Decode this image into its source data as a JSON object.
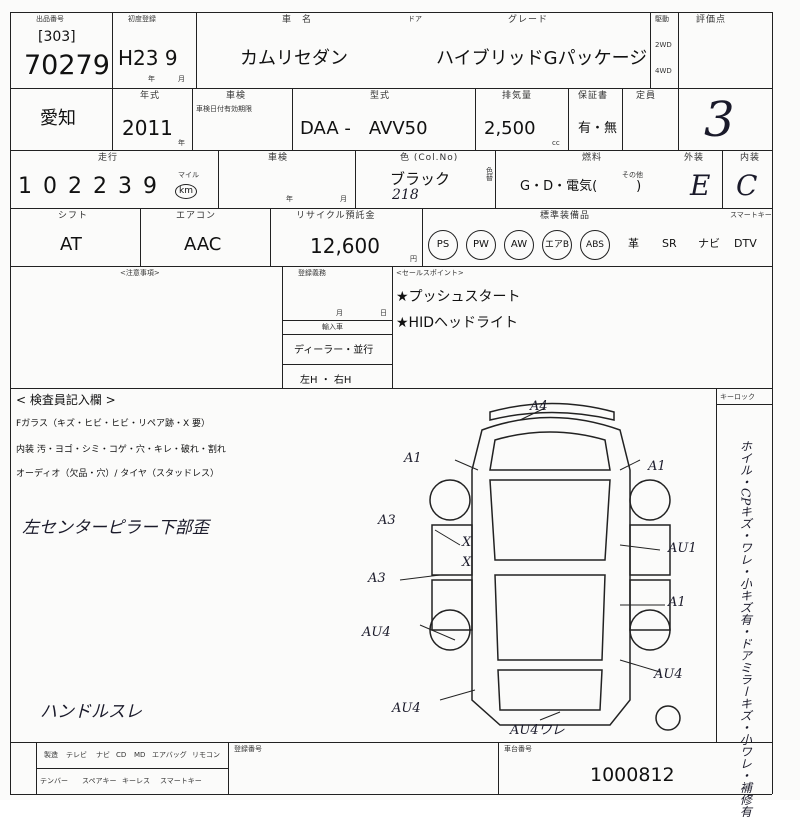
{
  "header": {
    "lot_label": "出品番号",
    "lot_prefix": "[303]",
    "lot_number": "70279",
    "first_reg_label": "初度登録",
    "first_reg_value": "H23 9",
    "year_label": "年",
    "month_label": "月",
    "name_label": "車　名",
    "name_value": "カムリセダン",
    "door_label": "ドア",
    "grade_label": "グレード",
    "grade_value": "ハイブリッドGパッケージ",
    "drive_label": "駆動",
    "drive_2wd": "2WD",
    "drive_4wd": "4WD",
    "score_label": "評価点",
    "score_value": "3"
  },
  "row2": {
    "region_value": "愛知",
    "model_year_label": "年式",
    "model_year_value": "2011",
    "model_year_unit": "年",
    "inspection_label": "車検",
    "inspection_sub": "車検日付有効期限",
    "type_label": "型式",
    "type_value": "DAA -　AVV50",
    "displacement_label": "排気量",
    "displacement_value": "2,500",
    "displacement_unit": "cc",
    "warranty_label": "保証書",
    "warranty_value": "有・無",
    "capacity_label": "定員"
  },
  "row3": {
    "mileage_label": "走行",
    "mileage_value": "1 0 2  2 3 9",
    "mileage_unit_miles": "マイル",
    "mileage_unit_km": "km",
    "inspection2_label": "車検",
    "color_label": "色 (Col.No)",
    "color_value": "ブラック",
    "color_code": "218",
    "color_change_label": "色替",
    "fuel_label": "燃料",
    "fuel_value": "G・D・電気(　　　)",
    "fuel_other": "その他",
    "exterior_label": "外装",
    "exterior_value": "E",
    "interior_label": "内装",
    "interior_value": "C",
    "year_unit": "年",
    "month_unit": "月"
  },
  "row4": {
    "shift_label": "シフト",
    "shift_value": "AT",
    "aircon_label": "エアコン",
    "aircon_value": "AAC",
    "recycle_label": "リサイクル預託金",
    "recycle_value": "12,600",
    "recycle_unit": "円",
    "equipment_label": "標準装備品",
    "equipment": [
      "PS",
      "PW",
      "AW",
      "エアB",
      "ABS"
    ],
    "equipment_extra": [
      "革",
      "SR",
      "ナビ",
      "DTV"
    ],
    "keyless_label": "スマートキー"
  },
  "notes": {
    "caution_label": "<注意事項>",
    "registration_label": "登録義務",
    "registration_month": "月",
    "registration_day": "日",
    "import_label": "輸入車",
    "dealer_label": "ディーラー・並行",
    "steering_label": "左H ・ 右H",
    "sales_points_label": "<セールスポイント>",
    "sales_points": [
      "★プッシュスタート",
      "★HIDヘッドライト"
    ]
  },
  "inspector": {
    "title": "< 検査員記入欄 >",
    "line1": "Fガラス（キズ・ヒビ・ヒビ・リペア跡・X 要）",
    "line2": "内装 汚・ヨゴ・シミ・コゲ・穴・キレ・破れ・割れ",
    "line3": "オーディオ（欠品・穴）/ タイヤ（スタッドレス）",
    "keylock_label": "キーロック",
    "handwritten_note_1": "左センターピラー下部歪",
    "handwritten_note_2": "ハンドルスレ",
    "right_side_text": "ホイル・CPキズ・ワレ・小キズ有・ドアミラーキズ・小ワレ・補修有"
  },
  "diagram": {
    "marks": [
      "A4",
      "A1",
      "A1",
      "A3",
      "AU1",
      "A3",
      "A1",
      "AU4",
      "AU4",
      "AU4",
      "AU4ワレ"
    ],
    "xx_marks": [
      "X",
      "X"
    ]
  },
  "footer": {
    "labels_row1": [
      "製造",
      "テレビ",
      "ナビ",
      "CD",
      "MD",
      "エアバッグ",
      "リモコン"
    ],
    "labels_row2": [
      "テンバー",
      "スペアキー",
      "キーレス",
      "スマートキー"
    ],
    "reg_no_label": "登録番号",
    "vin_label": "車台番号",
    "vin_value": "1000812"
  }
}
